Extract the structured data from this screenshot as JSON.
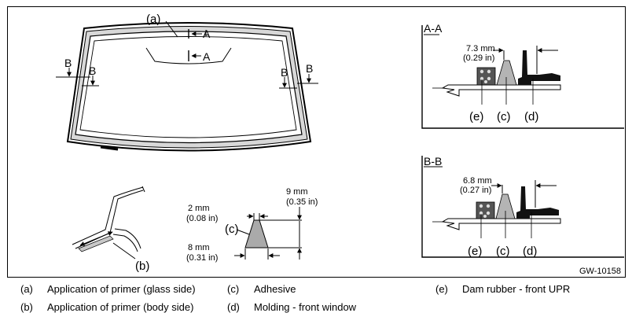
{
  "labels": {
    "a": "(a)",
    "b": "(b)",
    "c": "(c)",
    "d": "(d)",
    "e": "(e)",
    "A": "A",
    "B": "B"
  },
  "sections": {
    "aa": {
      "title": "A-A",
      "dim_mm": "7.3 mm",
      "dim_in": "(0.29 in)"
    },
    "bb": {
      "title": "B-B",
      "dim_mm": "6.8 mm",
      "dim_in": "(0.27 in)"
    }
  },
  "bead": {
    "top_mm": "2 mm",
    "top_in": "(0.08 in)",
    "height_mm": "9 mm",
    "height_in": "(0.35 in)",
    "base_mm": "8 mm",
    "base_in": "(0.31 in)"
  },
  "figure_id": "GW-10158",
  "legend": [
    {
      "key": "(a)",
      "text": "Application of primer (glass side)"
    },
    {
      "key": "(b)",
      "text": "Application of primer (body side)"
    },
    {
      "key": "(c)",
      "text": "Adhesive"
    },
    {
      "key": "(d)",
      "text": "Molding - front window"
    },
    {
      "key": "(e)",
      "text": "Dam rubber - front UPR"
    }
  ]
}
